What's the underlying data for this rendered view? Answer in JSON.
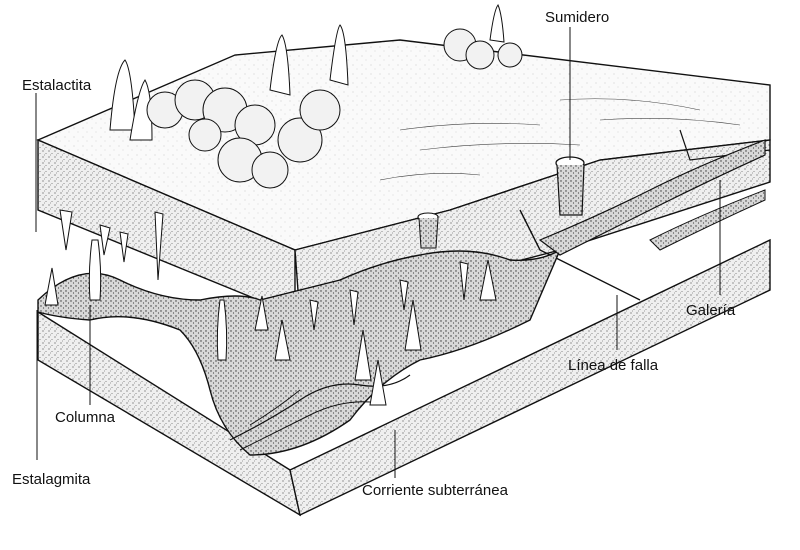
{
  "labels": {
    "estalactita": "Estalactita",
    "sumidero": "Sumidero",
    "galeria": "Galería",
    "linea_de_falla": "Línea de falla",
    "columna": "Columna",
    "estalagmita": "Estalagmita",
    "corriente": "Corriente subterránea"
  },
  "colors": {
    "ink": "#111111",
    "paper": "#ffffff",
    "rock_fill": "#e9e9e9",
    "top_fill": "#f7f7f7",
    "cave_fill": "#cfcfcf"
  }
}
